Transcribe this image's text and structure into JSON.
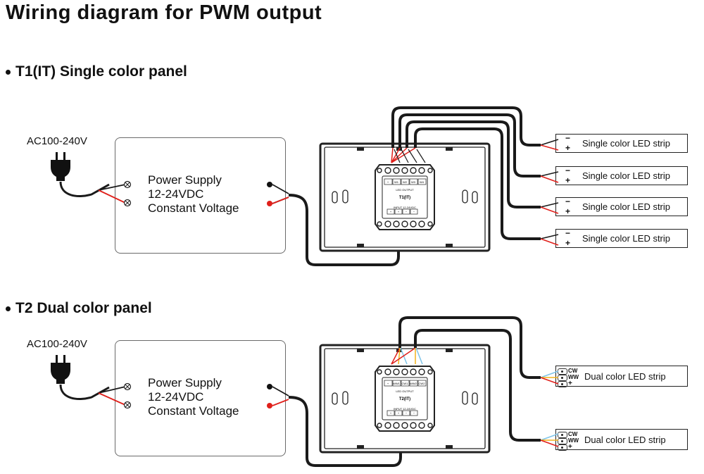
{
  "title": "Wiring diagram for PWM output",
  "sections": [
    {
      "heading": "T1(IT)  Single color panel",
      "ac_label": "AC100-240V",
      "psu_lines": [
        "Power Supply",
        "12-24VDC",
        "Constant Voltage"
      ],
      "module": {
        "name": "T1(IT)",
        "out_terminals": [
          "+",
          "W1",
          "W2",
          "W3",
          "W4"
        ],
        "out_label": "LED OUTPUT",
        "in_label": "INPUT 12-24VDC",
        "in_terminals": [
          "+",
          "+",
          "−",
          "−"
        ]
      },
      "strips": [
        {
          "label": "Single color LED strip",
          "neg": "−",
          "pos": "+"
        },
        {
          "label": "Single color LED strip",
          "neg": "−",
          "pos": "+"
        },
        {
          "label": "Single color LED strip",
          "neg": "−",
          "pos": "+"
        },
        {
          "label": "Single color LED strip",
          "neg": "−",
          "pos": "+"
        }
      ]
    },
    {
      "heading": "T2  Dual color panel",
      "ac_label": "AC100-240V",
      "psu_lines": [
        "Power Supply",
        "12-24VDC",
        "Constant Voltage"
      ],
      "module": {
        "name": "T2(IT)",
        "out_terminals": [
          "+",
          "WW1",
          "CW1",
          "WW2",
          "CW2"
        ],
        "out_label": "LED OUTPUT",
        "in_label": "INPUT 12-24VDC",
        "in_terminals": [
          "+",
          "+",
          "−",
          "−"
        ]
      },
      "strips": [
        {
          "label": "Dual color LED strip",
          "pins": [
            "CW",
            "WW",
            "+"
          ]
        },
        {
          "label": "Dual color LED strip",
          "pins": [
            "CW",
            "WW",
            "+"
          ]
        }
      ]
    }
  ],
  "colors": {
    "wire_black": "#1a1a1a",
    "wire_red": "#e0201b",
    "wire_yellow": "#f2b21c",
    "wire_blue": "#7fc4e8"
  }
}
